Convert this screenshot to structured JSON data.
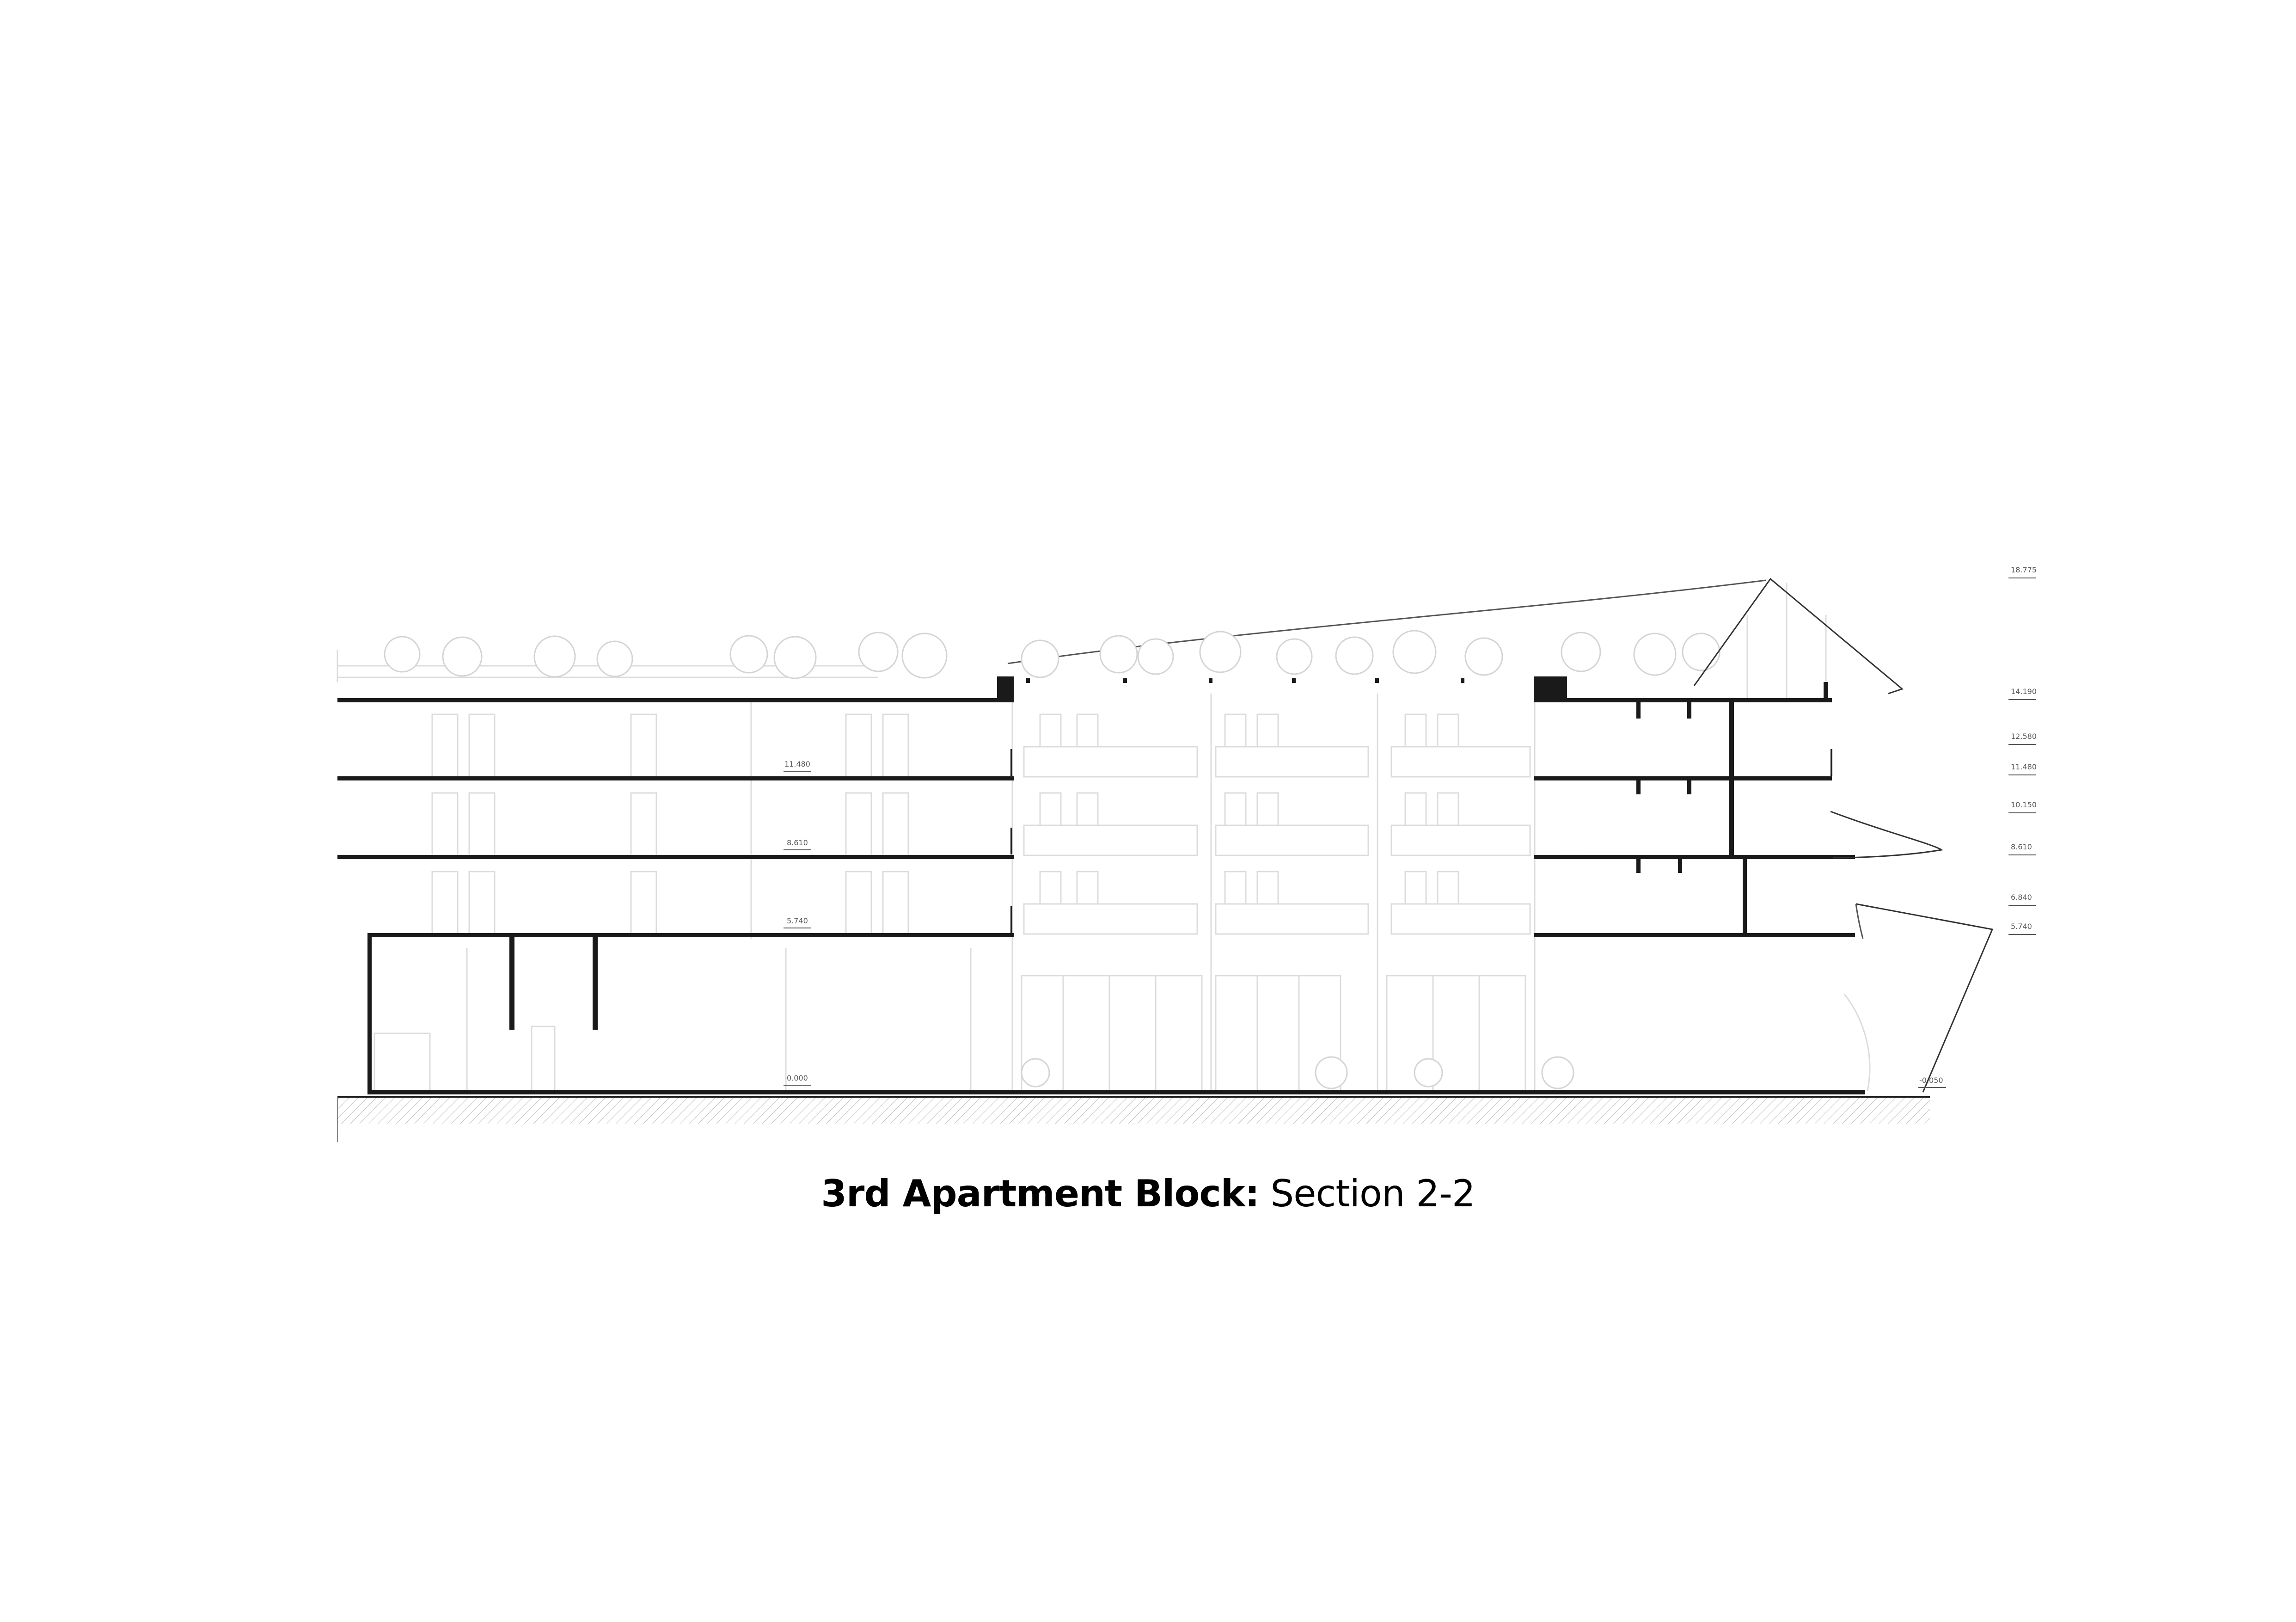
{
  "caption": {
    "bold": "3rd Apartment Block:",
    "regular": "Section 2-2"
  },
  "levels": {
    "right_column": [
      "18.775",
      "14.190",
      "12.580",
      "11.480",
      "10.150",
      "8.610",
      "6.840",
      "5.740"
    ],
    "inline": [
      "11.480",
      "8.610",
      "5.740",
      "0.000"
    ],
    "ground_right": "-0.050"
  },
  "colors": {
    "cut": "#1a1a1a",
    "background_lines": "#dcdcdc",
    "annotation": "#555555"
  }
}
